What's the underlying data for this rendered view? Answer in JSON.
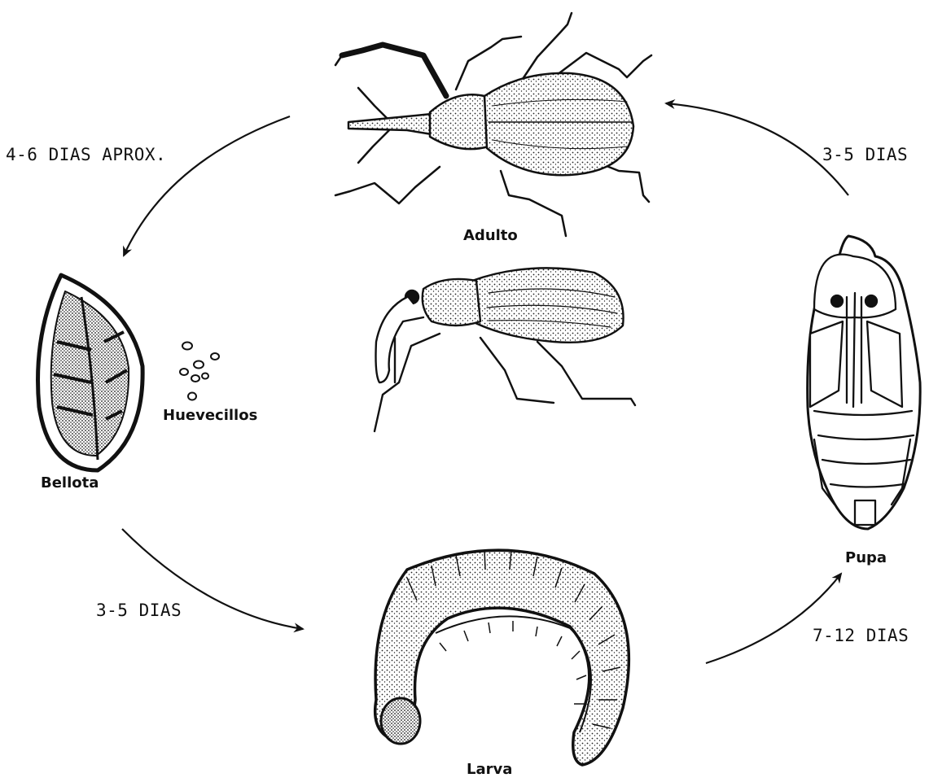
{
  "stages": {
    "adult": "Adulto",
    "acorn": "Bellota",
    "eggs": "Huevecillos",
    "larva": "Larva",
    "pupa": "Pupa"
  },
  "durations": {
    "adult_to_eggs": "4-6 DIAS APROX.",
    "pupa_to_adult": "3-5 DIAS",
    "eggs_to_larva": "3-5 DIAS",
    "larva_to_pupa": "7-12 DIAS"
  },
  "colors": {
    "ink": "#111111",
    "paper": "#ffffff",
    "shade": "#555555"
  }
}
